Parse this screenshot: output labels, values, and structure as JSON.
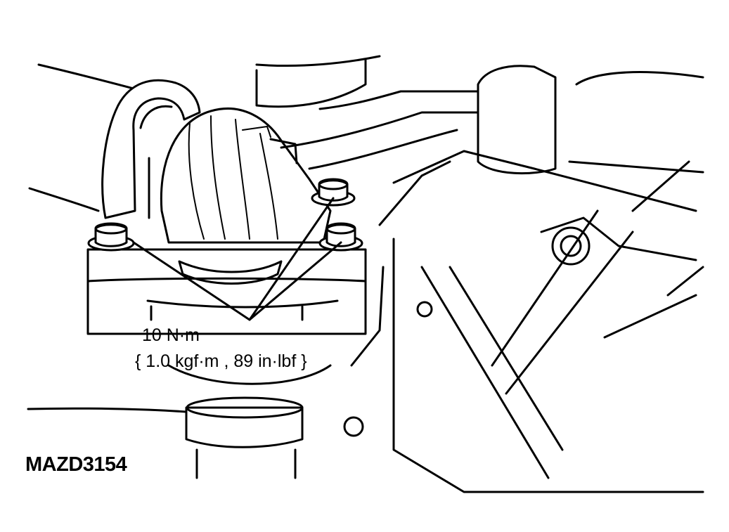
{
  "annotation": {
    "torque_value": "10 N·m",
    "torque_alternate": "{ 1.0 kgf·m , 89 in·lbf }"
  },
  "figure": {
    "code": "MAZD3154"
  }
}
